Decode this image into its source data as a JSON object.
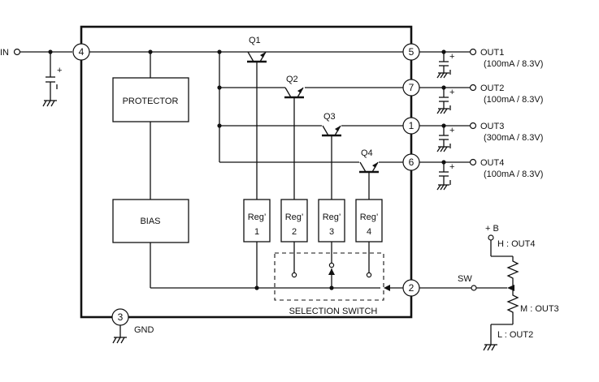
{
  "blocks": {
    "protector": "PROTECTOR",
    "bias": "BIAS",
    "reg_prefix": "Reg’",
    "reg_numbers": [
      "1",
      "2",
      "3",
      "4"
    ]
  },
  "transistors": [
    "Q1",
    "Q2",
    "Q3",
    "Q4"
  ],
  "pins": {
    "in": "4",
    "gnd": "3",
    "sw": "2",
    "out1": "5",
    "out2": "7",
    "out3": "1",
    "out4": "6"
  },
  "labels": {
    "in": "IN",
    "gnd": "GND",
    "sw": "SW",
    "selection_switch": "SELECTION SWITCH",
    "plus_b": "+ B",
    "h_out4": "H : OUT4",
    "m_out3": "M : OUT3",
    "l_out2": "L : OUT2",
    "cap_plus": "+"
  },
  "outputs": [
    {
      "name": "OUT1",
      "rating": "(100mA / 8.3V)"
    },
    {
      "name": "OUT2",
      "rating": "(100mA / 8.3V)"
    },
    {
      "name": "OUT3",
      "rating": "(300mA / 8.3V)"
    },
    {
      "name": "OUT4",
      "rating": "(100mA / 8.3V)"
    }
  ]
}
